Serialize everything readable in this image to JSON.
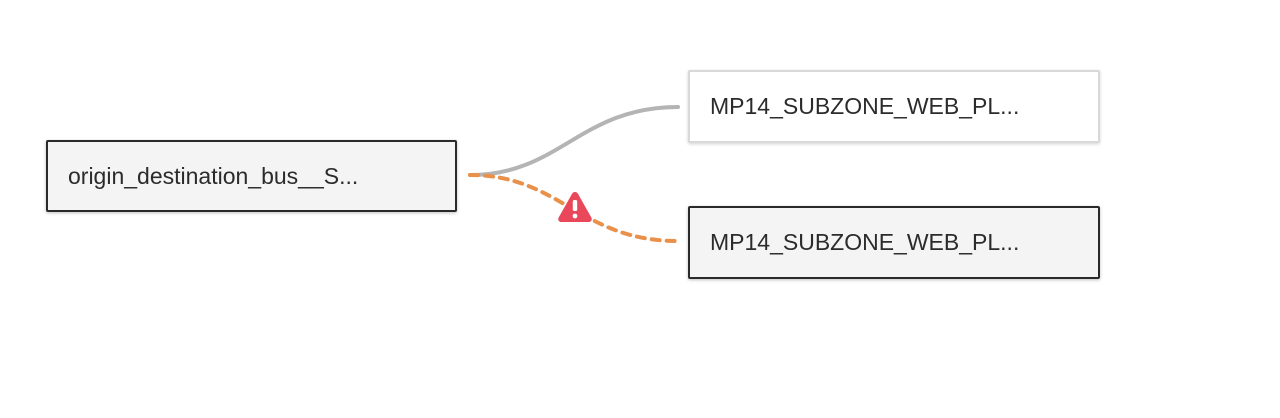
{
  "diagram": {
    "source_node": {
      "label": "origin_destination_bus__S..."
    },
    "target_nodes": [
      {
        "label": "MP14_SUBZONE_WEB_PL...",
        "link_style": "solid"
      },
      {
        "label": "MP14_SUBZONE_WEB_PL...",
        "link_style": "dashed",
        "warning": true
      }
    ],
    "colors": {
      "solid_link": "#b4b4b4",
      "dashed_link": "#e9904a",
      "warning": "#e8485a",
      "node_border": "#2a2a2a",
      "node_fill": "#f4f4f4"
    },
    "icons": {
      "warning": "warning-triangle-icon"
    }
  }
}
